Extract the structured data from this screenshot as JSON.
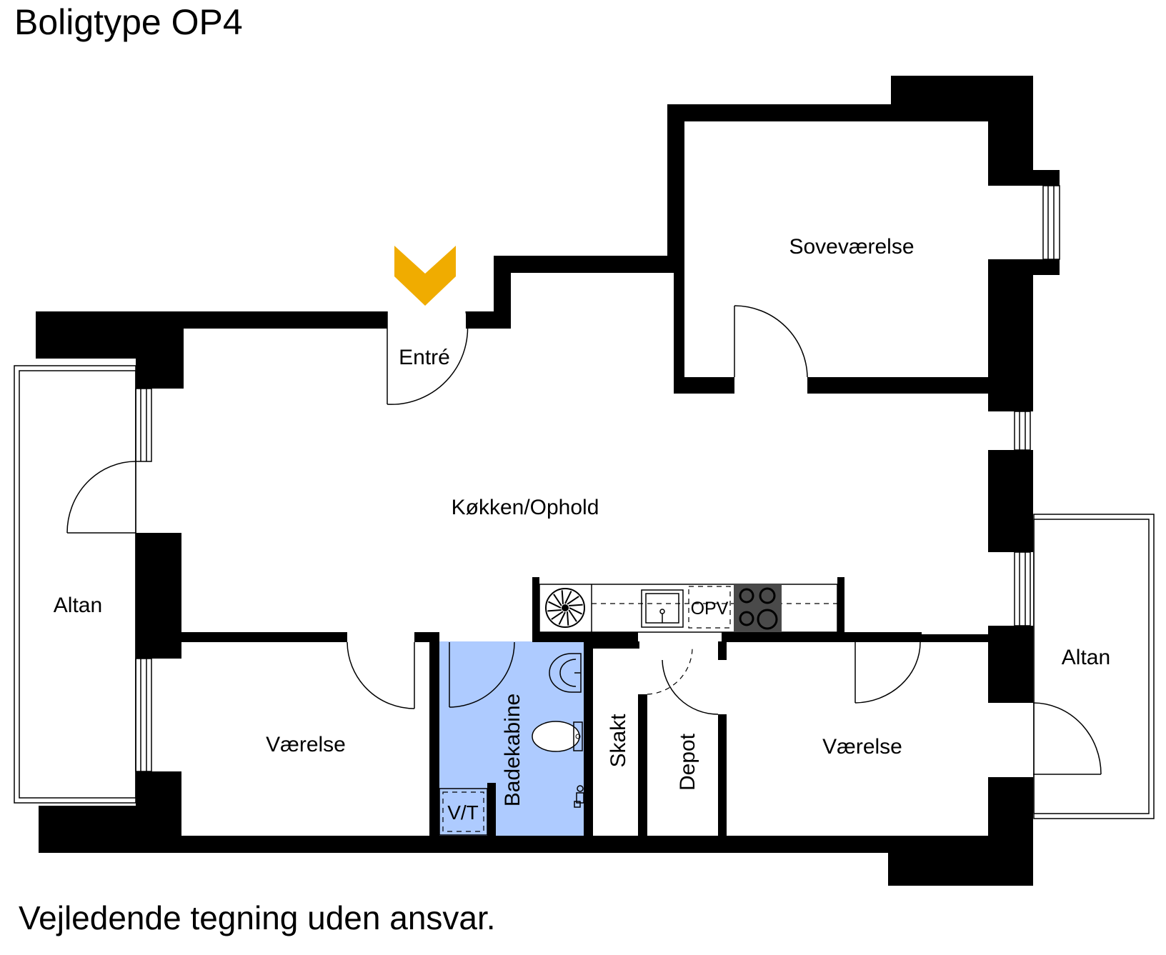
{
  "title": "Boligtype OP4",
  "disclaimer": "Vejledende tegning uden ansvar.",
  "rooms": {
    "sovevaerelse": "Soveværelse",
    "entre": "Entré",
    "kokken_ophold": "Køkken/Ophold",
    "altan_left": "Altan",
    "altan_right": "Altan",
    "vaerelse_left": "Værelse",
    "vaerelse_right": "Værelse",
    "badekabine": "Badekabine",
    "skakt": "Skakt",
    "depot": "Depot",
    "vt": "V/T",
    "opv": "OPV"
  },
  "colors": {
    "wall": "#000000",
    "bathroom_fill": "#aecbff",
    "entrance_arrow": "#f0ac00",
    "hob": "#4a4a4a"
  }
}
